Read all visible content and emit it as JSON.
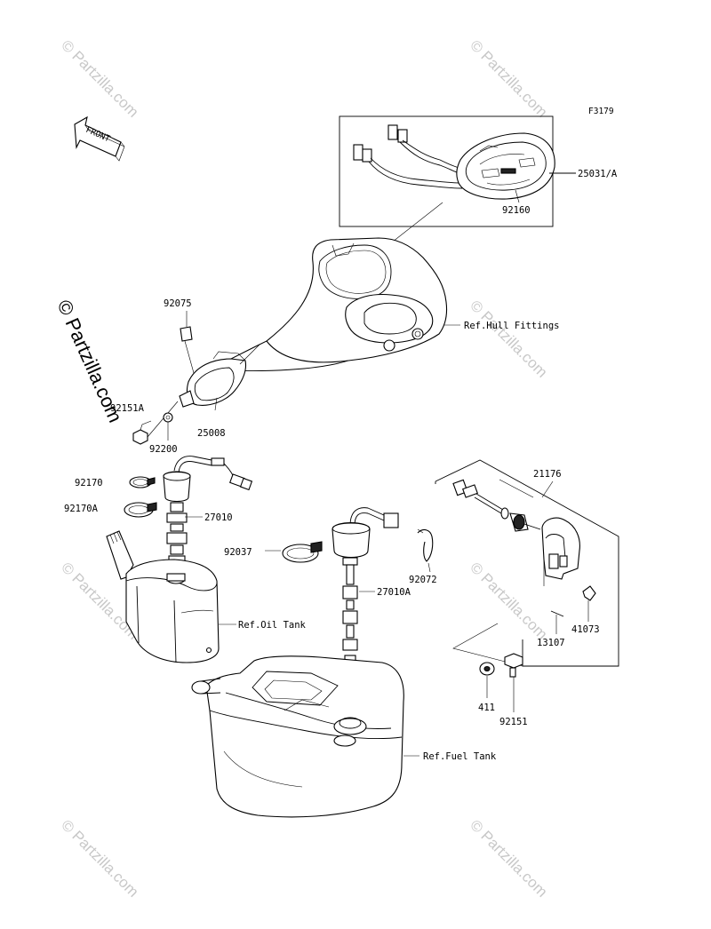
{
  "figure_id": "F3179",
  "front_label": "FRONT",
  "watermark_main": "© Partzilla.com",
  "watermark_tile": "© Partzilla.com",
  "parts": {
    "p25031": "25031/A",
    "p92160": "92160",
    "hull": "Ref.Hull Fittings",
    "p92075": "92075",
    "p92151A": "92151A",
    "p25008": "25008",
    "p92200": "92200",
    "p21176": "21176",
    "p92170": "92170",
    "p92170A": "92170A",
    "p27010": "27010",
    "p92037": "92037",
    "p92072": "92072",
    "p27010A": "27010A",
    "oil": "Ref.Oil Tank",
    "p41073": "41073",
    "p13107": "13107",
    "p411": "411",
    "p92151": "92151",
    "fuel": "Ref.Fuel Tank"
  }
}
